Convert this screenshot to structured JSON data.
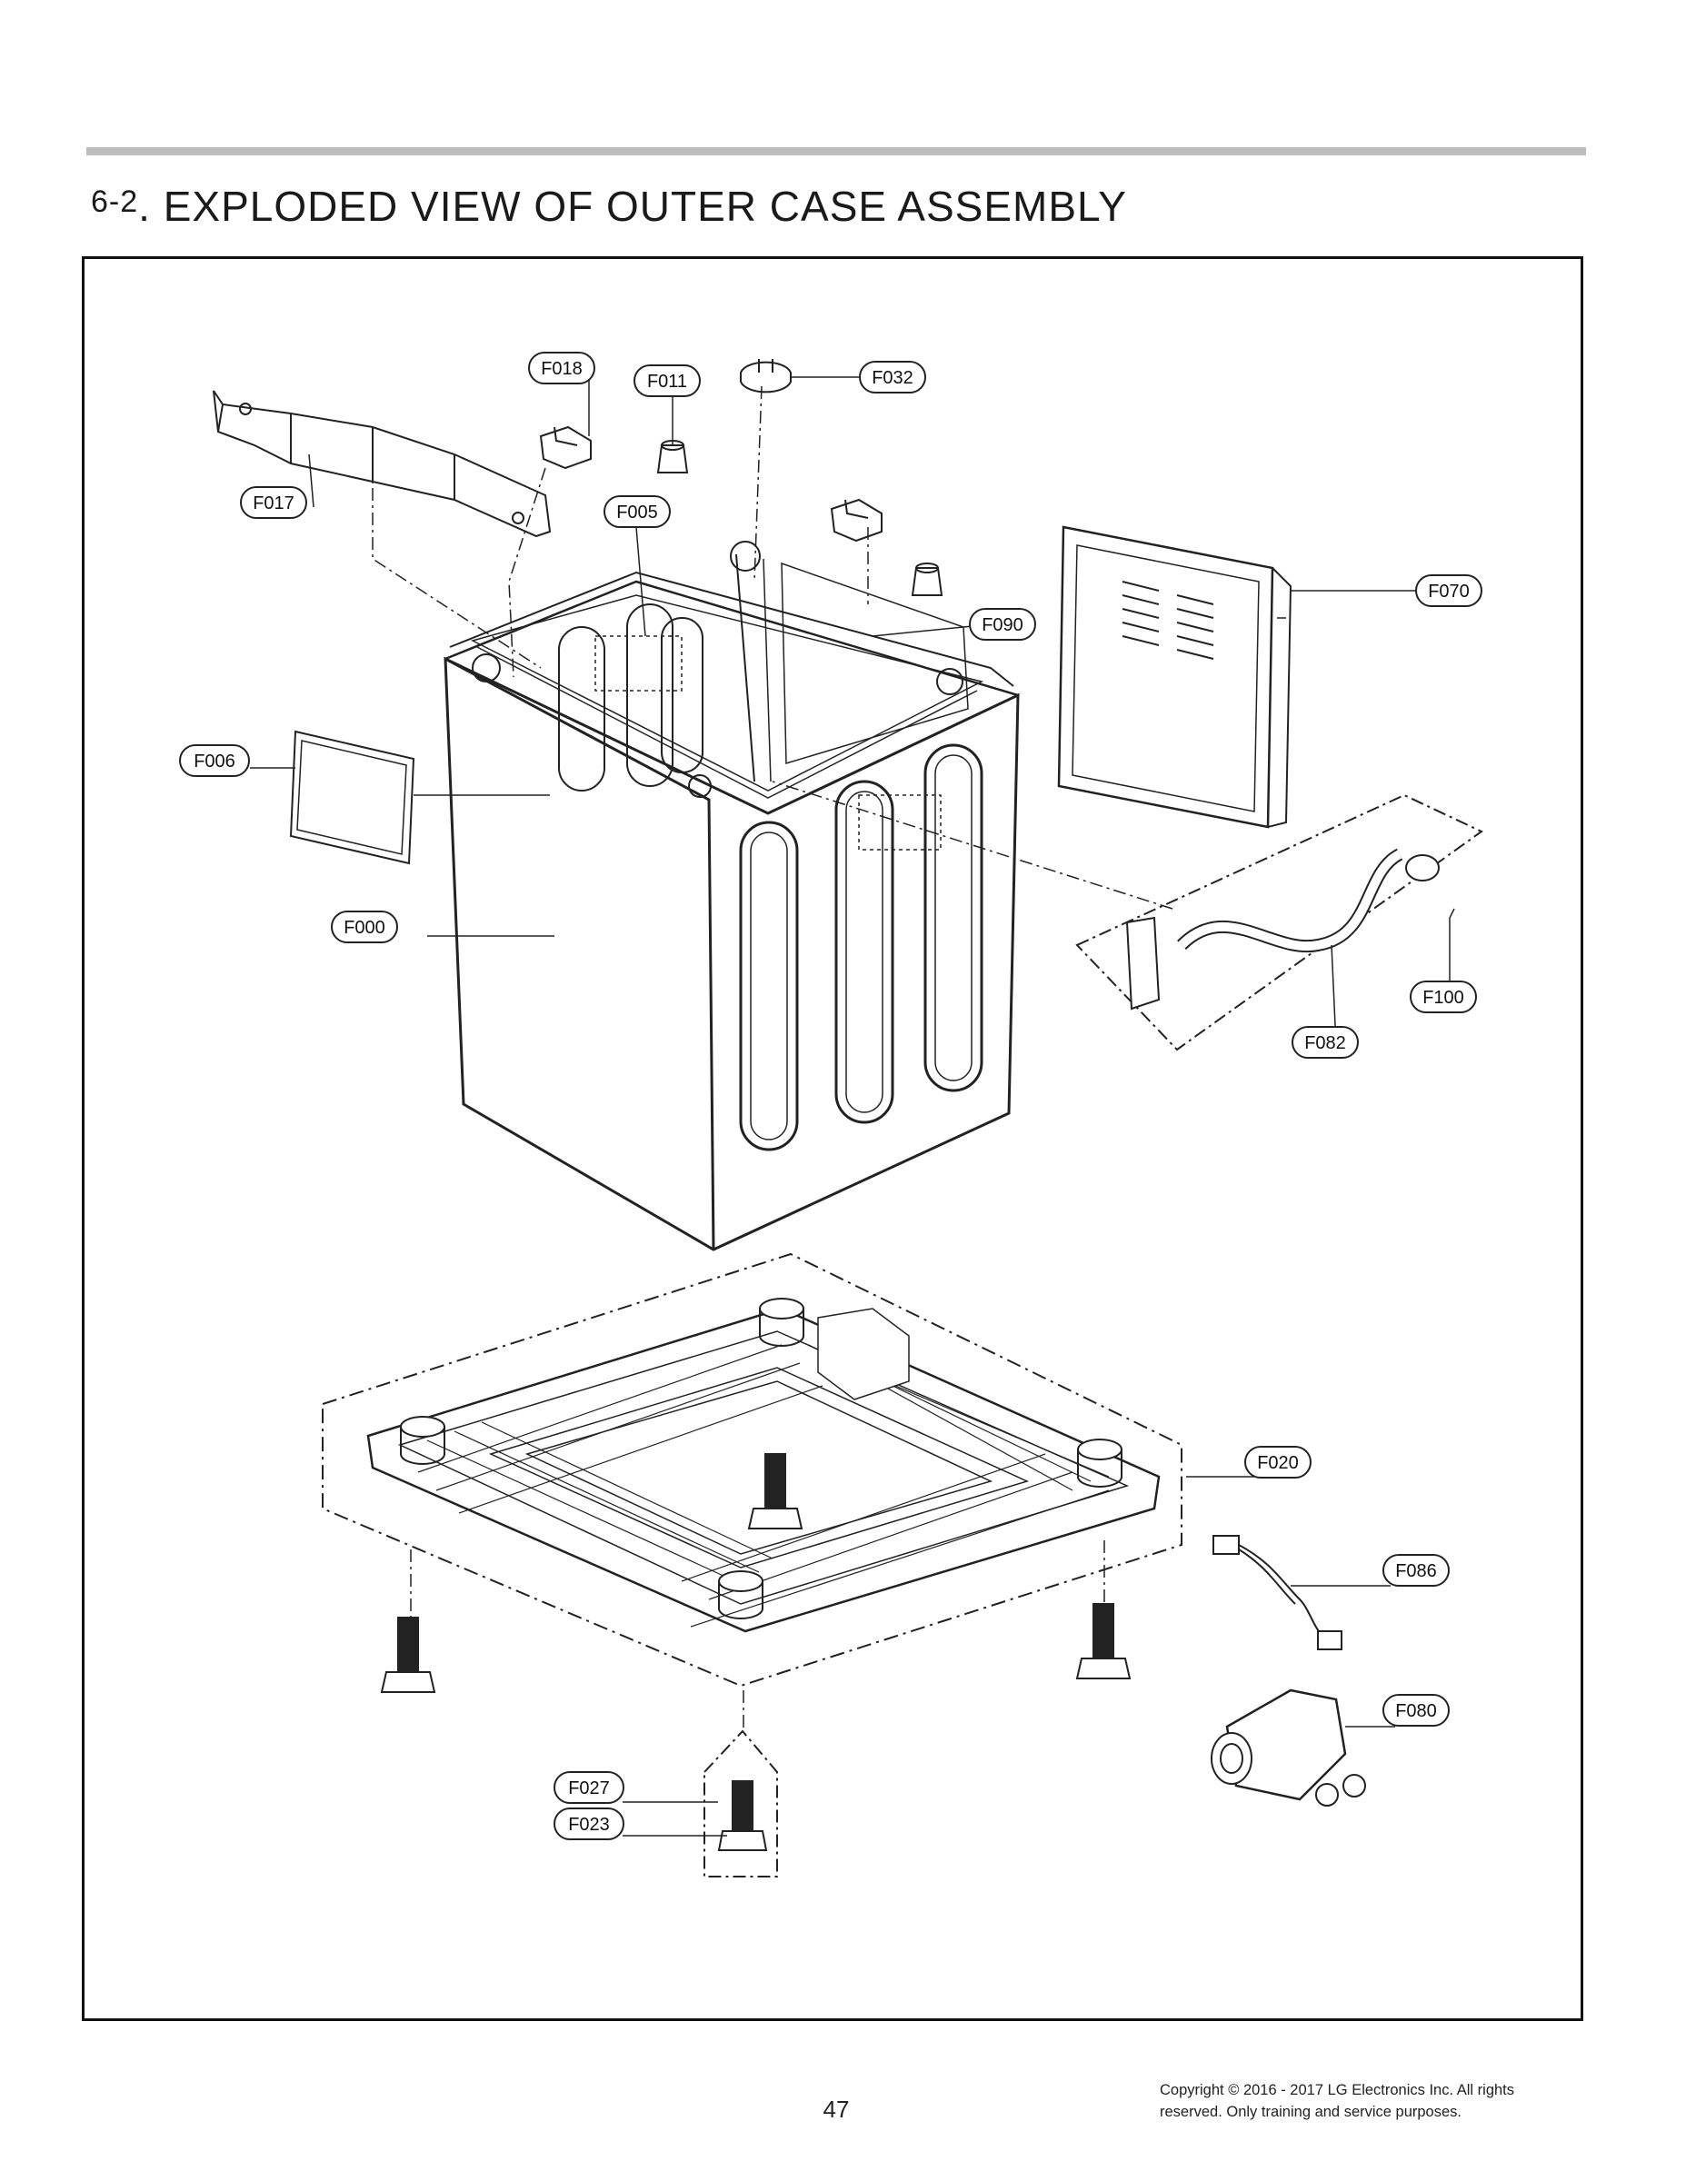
{
  "heading": {
    "number": "6-2",
    "title": ". EXPLODED VIEW OF OUTER CASE ASSEMBLY"
  },
  "callouts": [
    {
      "id": "F018",
      "text": "F018"
    },
    {
      "id": "F011",
      "text": "F011"
    },
    {
      "id": "F032",
      "text": "F032"
    },
    {
      "id": "F017",
      "text": "F017"
    },
    {
      "id": "F005",
      "text": "F005"
    },
    {
      "id": "F090",
      "text": "F090"
    },
    {
      "id": "F070",
      "text": "F070"
    },
    {
      "id": "F006",
      "text": "F006"
    },
    {
      "id": "F000",
      "text": "F000"
    },
    {
      "id": "F100",
      "text": "F100"
    },
    {
      "id": "F082",
      "text": "F082"
    },
    {
      "id": "F020",
      "text": "F020"
    },
    {
      "id": "F086",
      "text": "F086"
    },
    {
      "id": "F080",
      "text": "F080"
    },
    {
      "id": "F027",
      "text": "F027"
    },
    {
      "id": "F023",
      "text": "F023"
    }
  ],
  "footer": {
    "page_number": "47",
    "copyright_line1": "Copyright © 2016 - 2017 LG Electronics Inc. All rights",
    "copyright_line2": "reserved. Only training and service purposes."
  }
}
